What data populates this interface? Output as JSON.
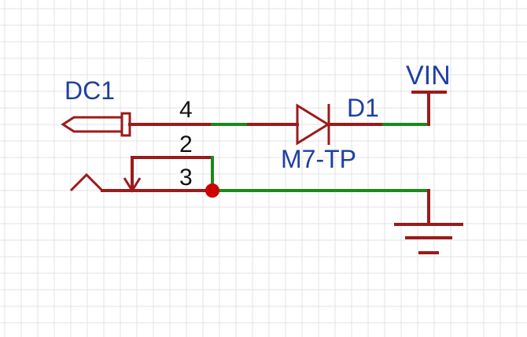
{
  "connector": {
    "designator": "DC1",
    "pins": [
      "4",
      "2",
      "3"
    ]
  },
  "diode": {
    "designator": "D1",
    "part_number": "M7-TP"
  },
  "power": {
    "net_label": "VIN"
  },
  "colors": {
    "wire": "#1a8a1a",
    "symbol": "#9b1b1b",
    "label": "#1f3fa0",
    "junction": "#cc0000",
    "grid": "#e3e3e3"
  }
}
